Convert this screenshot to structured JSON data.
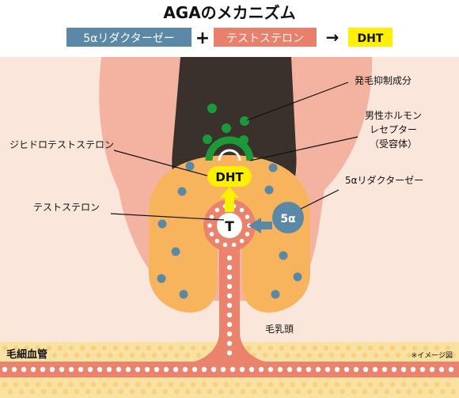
{
  "header": {
    "title": "AGAのメカニズム",
    "enzyme": "5αリダクターゼー",
    "plus": "+",
    "hormone": "テストステロン",
    "arrow": "→",
    "product": "DHT"
  },
  "labels": {
    "hair_factor": "発毛抑制成分",
    "receptor_line1": "男性ホルモン",
    "receptor_line2": "レセプター",
    "receptor_line3": "（受容体）",
    "dihydrotestosterone": "ジヒドロテストステロン",
    "reductase": "5αリダクターゼー",
    "testosterone": "テストステロン",
    "papilla": "毛乳頭",
    "capillary": "毛細血管",
    "note": "※イメージ図"
  },
  "nodes": {
    "dht": "DHT",
    "t": "T",
    "enzyme": "5α"
  },
  "colors": {
    "enzyme_blue": "#5a88a6",
    "hormone_red": "#e8806c",
    "dht_yellow": "#fff000",
    "bulb_orange": "#f7b45c",
    "hair_dark": "#3a302c",
    "receptor_green": "#1c9a3a",
    "skin_pink": "#f6c8b6",
    "capillary_cream": "#f9e1a2"
  }
}
